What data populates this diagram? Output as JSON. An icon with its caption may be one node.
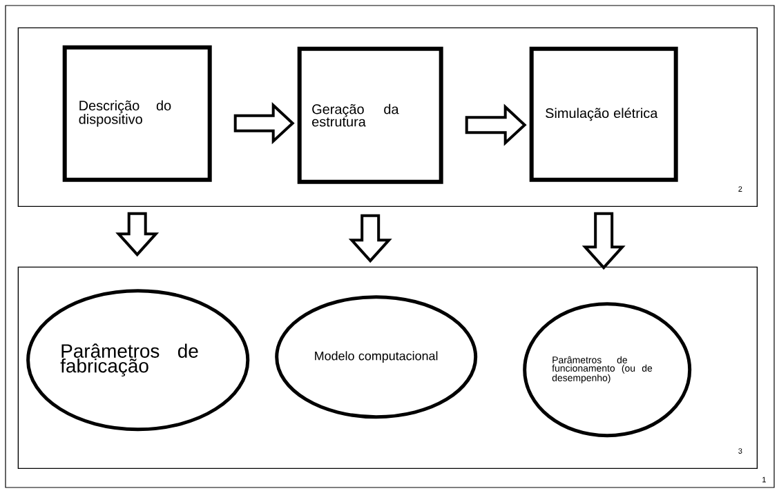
{
  "diagram": {
    "nodes": [
      {
        "text": [
          "1"
        ]
      },
      {
        "text": [
          "2"
        ],
        "in": 0
      },
      {
        "text": [
          "Descrição do dispositivo"
        ],
        "in": 1
      },
      {
        "text": [
          "Geração da estrutura"
        ],
        "in": 1
      },
      {
        "text": [
          "Simulação elétrica"
        ],
        "in": 1
      },
      {
        "text": [
          "3"
        ],
        "in": 0
      },
      {
        "text": [
          "Parâmetros de fabricação"
        ],
        "in": 5
      },
      {
        "text": [
          "Modelo computacional"
        ],
        "in": 5
      },
      {
        "text": [
          "Parâmetros de funcionamento (ou de desempenho)"
        ],
        "in": 5
      }
    ],
    "edges": [
      {
        "from": 2,
        "to": 3,
        "arrow": "to"
      },
      {
        "from": 3,
        "to": 4,
        "arrow": "to"
      },
      {
        "from": 2,
        "to": 6,
        "arrow": "to"
      },
      {
        "from": 3,
        "to": 7,
        "arrow": "to"
      },
      {
        "from": 4,
        "to": 8,
        "arrow": "to"
      }
    ]
  }
}
